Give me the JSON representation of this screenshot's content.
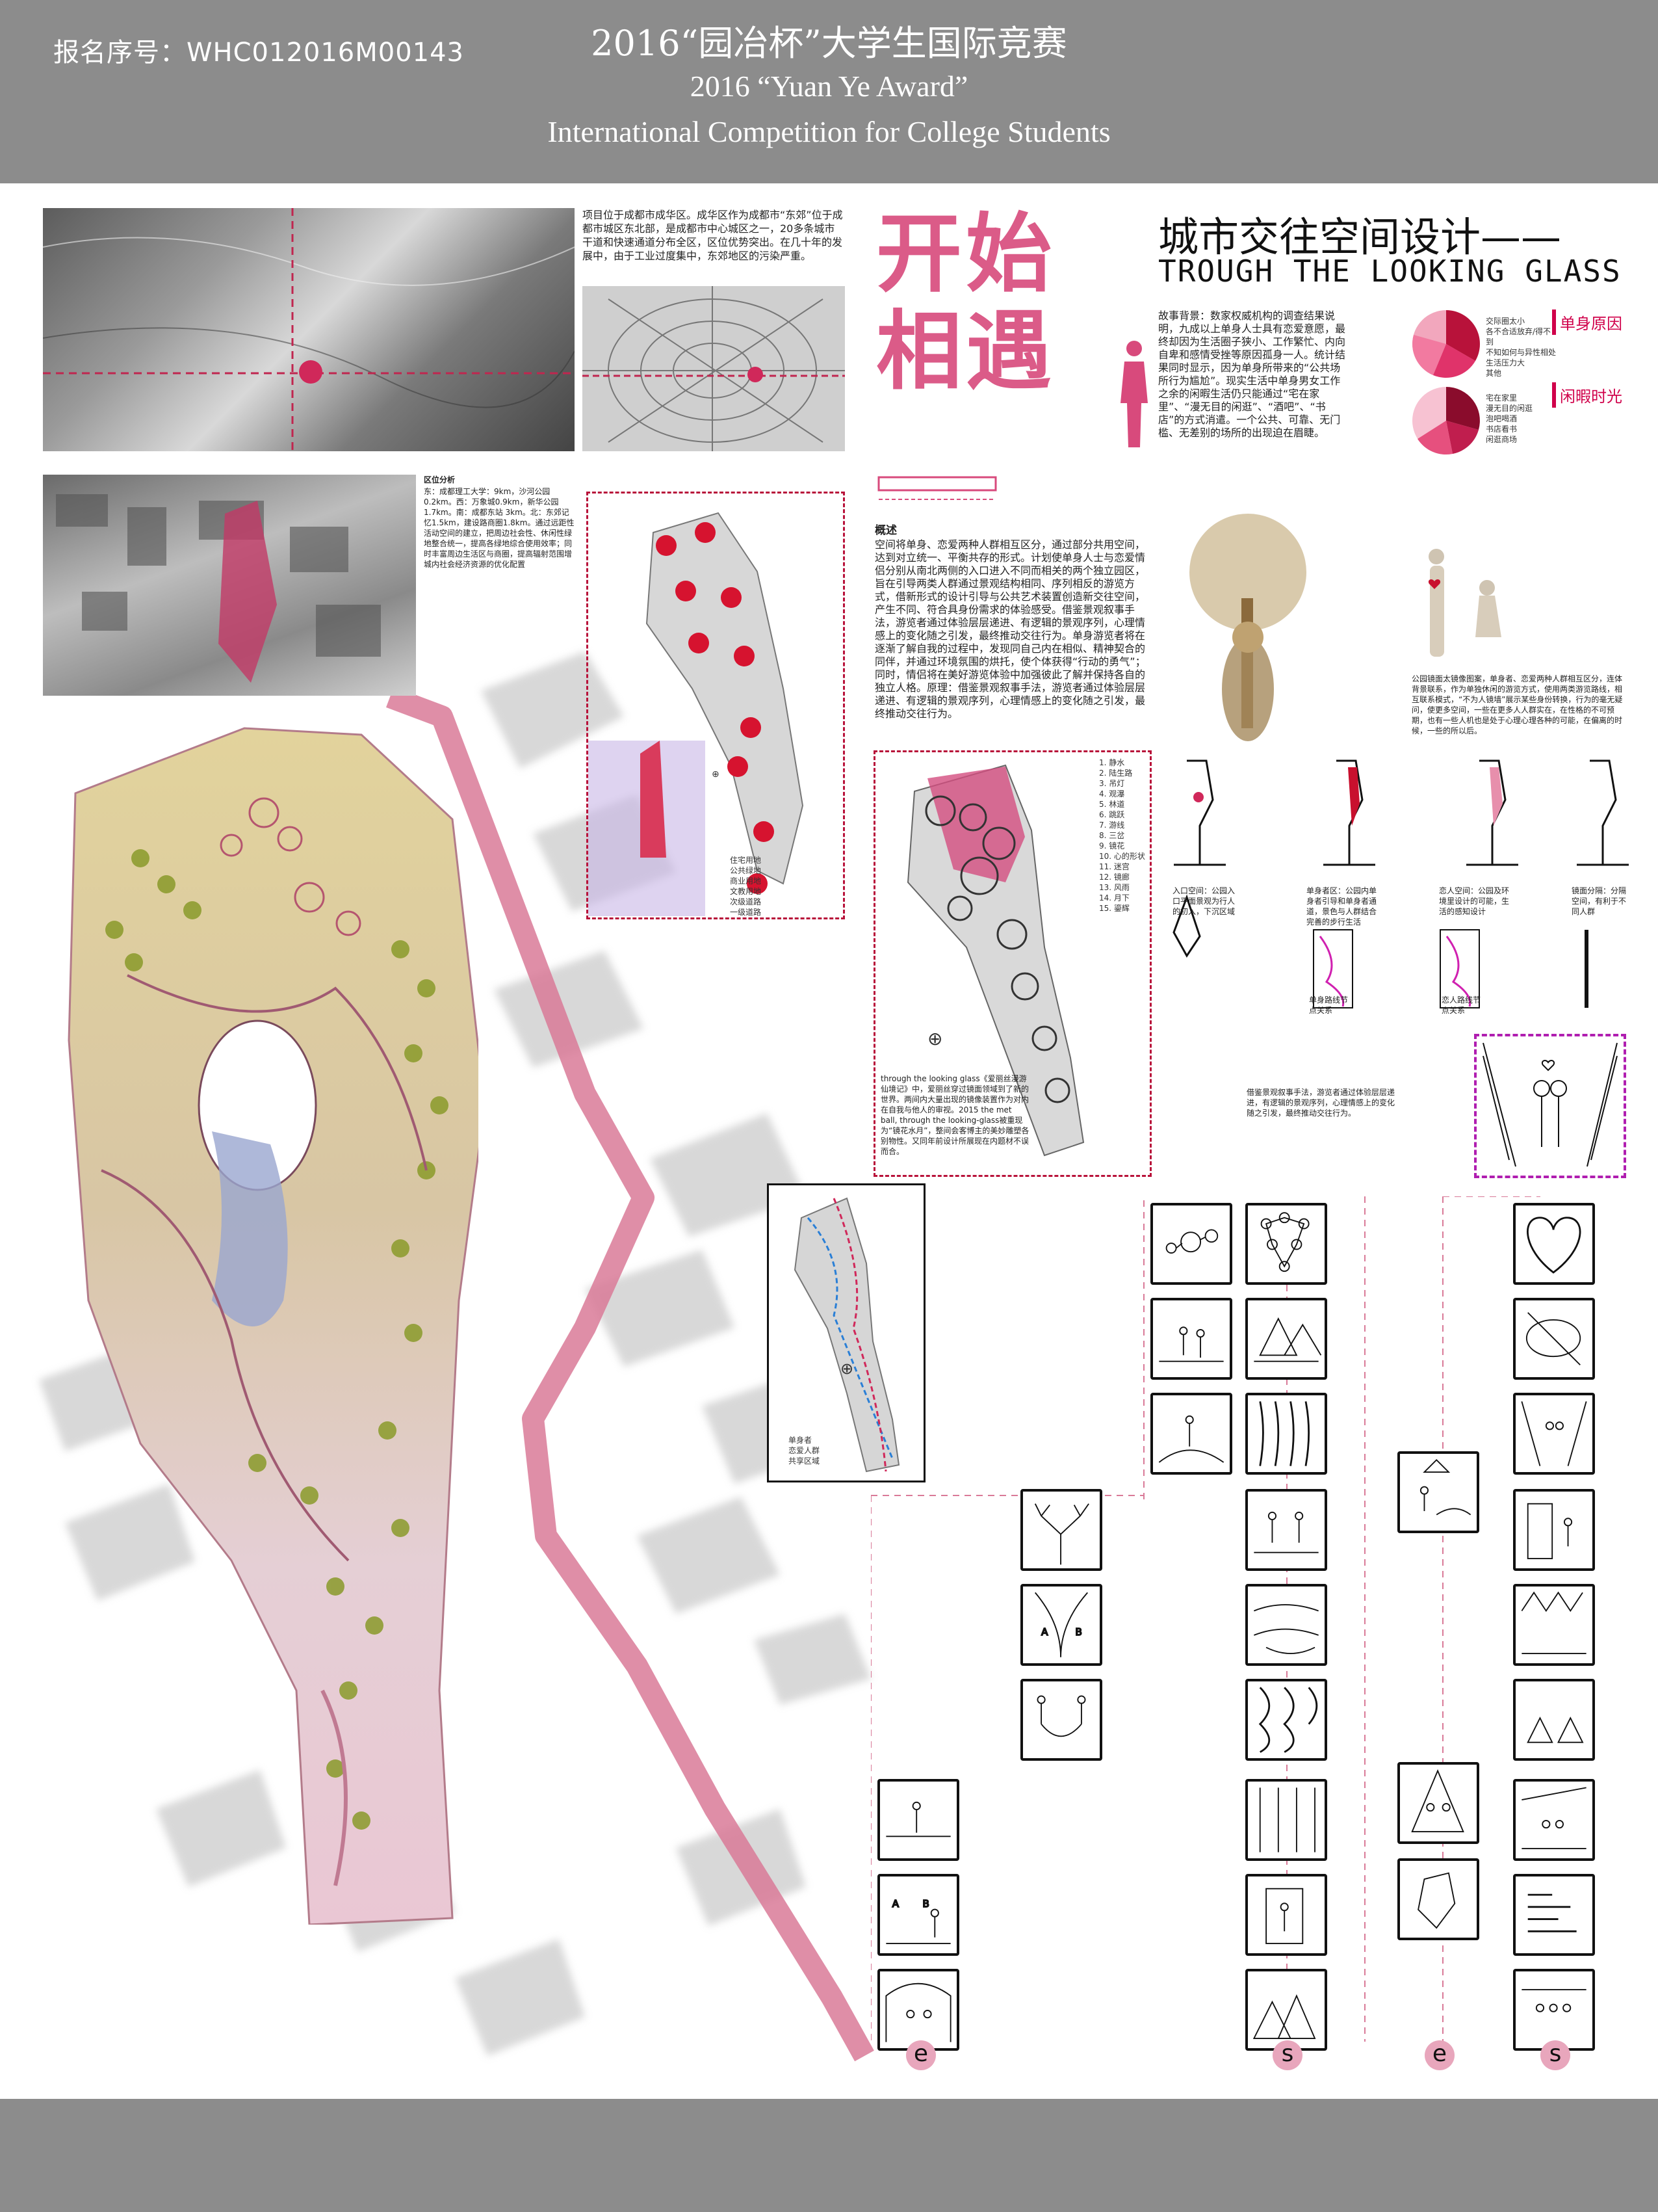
{
  "header": {
    "registration": "报名序号：WHC012016M00143",
    "title_cn": "2016“园冶杯”大学生国际竞赛",
    "title_en_1": "2016 “Yuan Ye Award”",
    "title_en_2": "International Competition for College Students"
  },
  "location": {
    "intro": "项目位于成都市成华区。成华区作为成都市“东郊”位于成都市城区东北部，是成都市中心城区之一，20多条城市干道和快速通道分布全区，区位优势突出。在几十年的发展中，由于工业过度集中，东郊地区的污染严重。",
    "analysis_title": "区位分析",
    "analysis_text": "东：成都理工大学：9km，沙河公园0.2km。西：万象城0.9km，新华公园1.7km。南：成都东站 3km。北：东郊记忆1.5km，建设路商圈1.8km。通过远距性活动空间的建立，把周边社会性、休闲性绿地整合统一，提高各绿地综合使用效率；同时丰富周边生活区与商圈，提高辐射范围增城内社会经济资源的优化配置"
  },
  "project": {
    "big_title": "开始相遇",
    "title_cn": "城市交往空间设计——",
    "title_en": "TROUGH THE LOOKING GLASS",
    "story": "故事背景：数家权威机构的调查结果说明，九成以上单身人士具有恋爱意愿，最终却因为生活圈子狭小、工作繁忙、内向自卑和感情受挫等原因孤身一人。统计结果同时显示，因为单身所带来的“公共场所行为尴尬”。现实生活中单身男女工作之余的闲暇生活仍只能通过“宅在家里”、“漫无目的闲逛”、“酒吧”、“书店”的方式消遣。一个公共、可靠、无门槛、无差别的场所的出现迫在眉睫。",
    "tag_single": "单身原因",
    "tag_leisure": "闲暇时光",
    "pie1_legend": [
      "交际圈太小",
      "各不合适放弃/得不到",
      "不知如何与异性相处",
      "生活压力大",
      "其他"
    ],
    "pie2_legend": [
      "宅在家里",
      "漫无目的闲逛",
      "泡吧喝酒",
      "书店看书",
      "闲逛商场"
    ]
  },
  "overview": {
    "heading": "概述",
    "text": "空间将单身、恋爱两种人群相互区分，通过部分共用空间，达到对立统一、平衡共存的形式。计划使单身人士与恋爱情侣分别从南北两侧的入口进入不同而相关的两个独立园区，旨在引导两类人群通过景观结构相同、序列相反的游览方式，借新形式的设计引导与公共艺术装置创造新交往空间，产生不同、符合具身份需求的体验感受。借鉴景观叙事手法，游览者通过体验层层递进、有逻辑的景观序列，心理情感上的变化随之引发，最终推动交往行为。单身游览者将在逐渐了解自我的过程中，发现同自己内在相似、精神契合的同伴，并通过环境氛围的烘托，使个体获得“行动的勇气”；同时，情侣将在美好游览体验中加强彼此了解并保持各自的独立人格。原理：借鉴景观叙事手法，游览者通过体验层层递进、有逻辑的景观序列，心理情感上的变化随之引发，最终推动交往行为。"
  },
  "landuse_legend": [
    "住宅用地",
    "公共绿地",
    "商业用地",
    "文教用地",
    "次级道路",
    "一级道路"
  ],
  "nodes_legend": [
    "1. 静水",
    "2. 陆生路",
    "3. 吊灯",
    "4. 观瀑",
    "5. 林道",
    "6. 跳跃",
    "7. 游线",
    "8. 三岔",
    "9. 镜花",
    "10. 心的形状",
    "11. 迷宫",
    "12. 镜廊",
    "13. 风雨",
    "14. 月下",
    "15. 鎏辉"
  ],
  "glass_note": "through the looking glass《爱丽丝漫游仙境记》中，爱丽丝穿过镜面领域到了新的世界。两间内大量出现的镜像装置作为对内在自我与他人的审视。2015 the met ball, through the looking-glass被重现为“镜花水月”，整间会客博主的美妙雕塑各别物性。又同年前设计所展现在内题材不误而合。",
  "right_notes": {
    "figure_caption": "公园镜面太镜像图案，单身者、恋爱两种人群相互区分，连体背景联系，作为单独休闲的游览方式，使用两类游览路线，相互联系模式，“不为人镜墙”展示某些身份转换，行为的毫无疑问，使更多空间，一些在更多人人群实在，在性格的不可预期，也有一些人机也是处于心理心理各种的可能，在偏离的时候，一些的所以后。",
    "bottom_caption": "借鉴景观叙事手法，游览者通过体验层层递进，有逻辑的景观序列，心理情感上的变化随之引发，最终推动交往行为。"
  },
  "diagram_captions": [
    "入口空间：公园入口平面景观为行人的初入，下沉区域",
    "单身者区：公园内单身者引导和单身者通道，景色与人群结合完善的步行生活",
    "恋人空间：公园及环境里设计的可能，生活的感知设计",
    "镜面分隔：分隔空间，有利于不同人群",
    "单身路线节点关系",
    "恋人路线节点关系"
  ],
  "route_legend": [
    "单身者",
    "恋爱人群",
    "共享区域"
  ],
  "sequence_markers": [
    "e",
    "s",
    "e",
    "s"
  ],
  "colors": {
    "header_gray": "#8c8c8c",
    "accent_pink": "#d84a7c",
    "accent_red": "#d0004a",
    "route_pink": "#d97a98"
  }
}
